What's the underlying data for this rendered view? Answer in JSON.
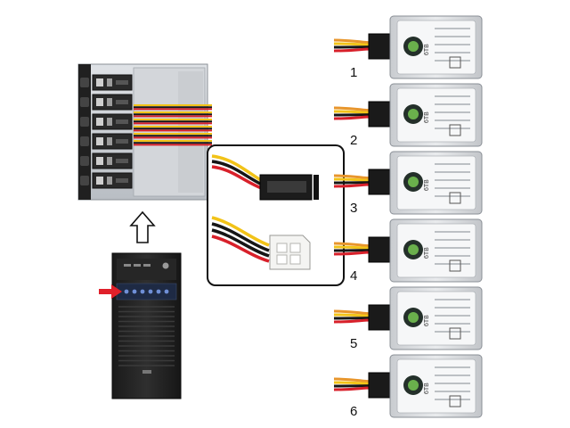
{
  "drive_labels": [
    "1",
    "2",
    "3",
    "4",
    "5",
    "6"
  ],
  "drive_capacity_text": "6TB",
  "wire_colors": {
    "yellow": "#f2c318",
    "red": "#d8202a",
    "black": "#161616",
    "orange": "#e8962c"
  },
  "icons": {
    "enclosure": "hot-swap-bay-icon",
    "arrow": "arrow-up-icon",
    "tower": "pc-tower-icon",
    "indicator": "red-arrow-icon",
    "sata": "sata-power-connector-icon",
    "molex": "molex-connector-icon",
    "drive": "hard-drive-icon"
  }
}
